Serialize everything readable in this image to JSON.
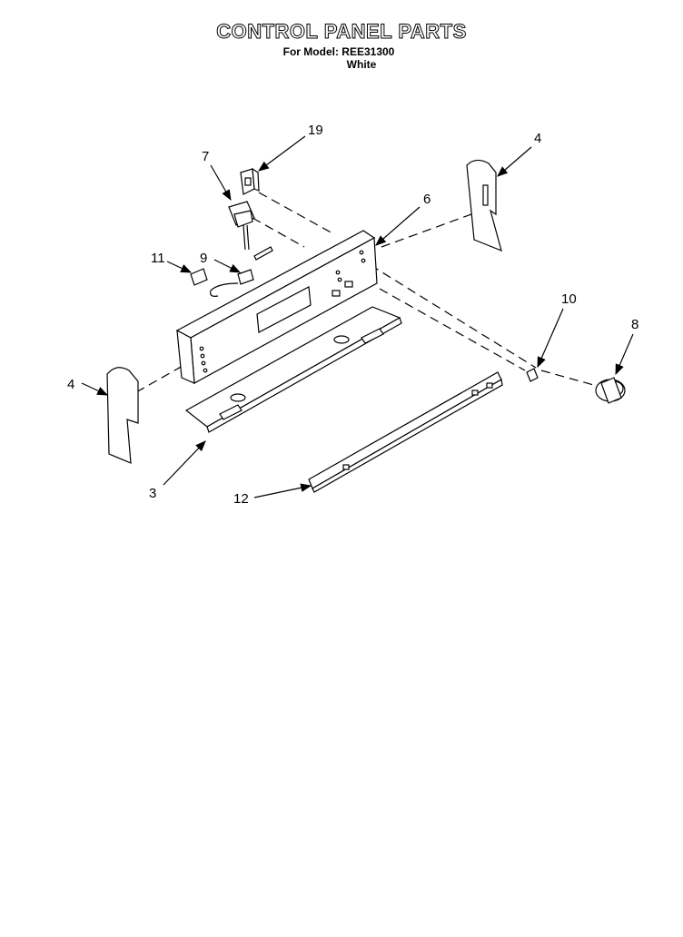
{
  "header": {
    "title": "CONTROL PANEL PARTS",
    "model_line": "For Model: REE31300",
    "color_line": "White"
  },
  "callouts": [
    "19",
    "7",
    "4",
    "6",
    "11",
    "9",
    "10",
    "8",
    "4",
    "3",
    "12"
  ]
}
